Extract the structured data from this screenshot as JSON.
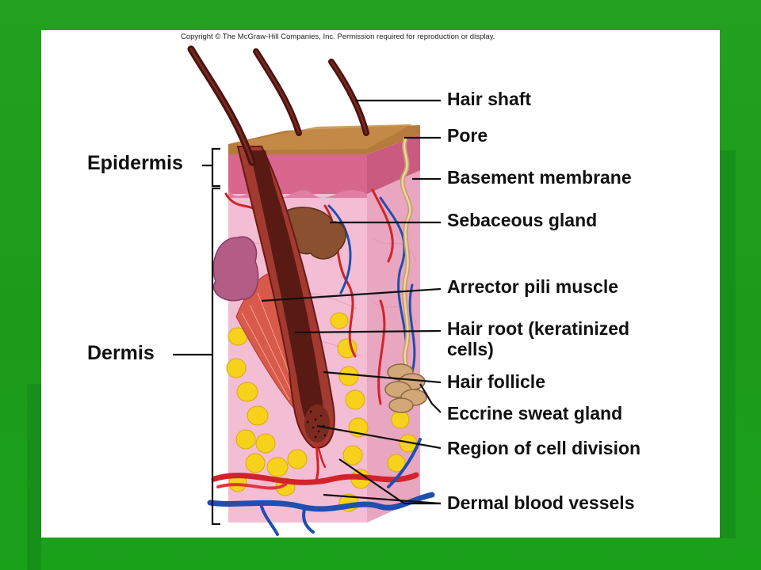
{
  "copyright": "Copyright © The McGraw-Hill Companies, Inc. Permission required for reproduction or display.",
  "left_labels": {
    "epidermis": "Epidermis",
    "dermis": "Dermis"
  },
  "right_labels": {
    "hair_shaft": "Hair shaft",
    "pore": "Pore",
    "basement_membrane": "Basement membrane",
    "sebaceous_gland": "Sebaceous gland",
    "arrector_pili_muscle": "Arrector pili muscle",
    "hair_root_line1": "Hair root (keratinized",
    "hair_root_line2": "cells)",
    "hair_follicle": "Hair follicle",
    "eccrine_sweat_gland": "Eccrine sweat gland",
    "region_of_cell_division": "Region of cell division",
    "dermal_blood_vessels": "Dermal blood vessels"
  },
  "colors": {
    "slide_background": "#1f9f1c",
    "panel": "#ffffff",
    "dermis": "#f2b6cf",
    "epidermis": "#d9688e",
    "surface": "#b07a3a",
    "hair": "#5a1a14",
    "fat": "#f6d21a",
    "artery": "#d2232a",
    "vein": "#1f4fb0"
  }
}
